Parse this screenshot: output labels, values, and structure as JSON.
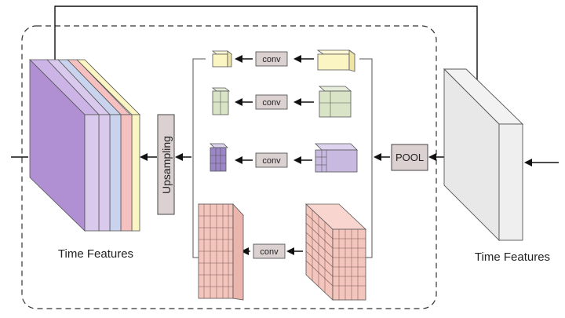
{
  "labels": {
    "conv": "conv",
    "pool": "POOL",
    "upsampling": "Upsampling",
    "output_features": "Time Features",
    "input_features": "Time Features"
  },
  "colors": {
    "purple": "#b18fd3",
    "lavender": "#d9c9ec",
    "blue": "#c9d3ee",
    "pink": "#f4c1c0",
    "yellow": "#fbf5c3",
    "green": "#d9e4c7",
    "violet": "#c8b9e0",
    "salmon": "#f3c5bd",
    "gray_block": "#e8e8e8",
    "label_box": "#dcd1d1"
  }
}
